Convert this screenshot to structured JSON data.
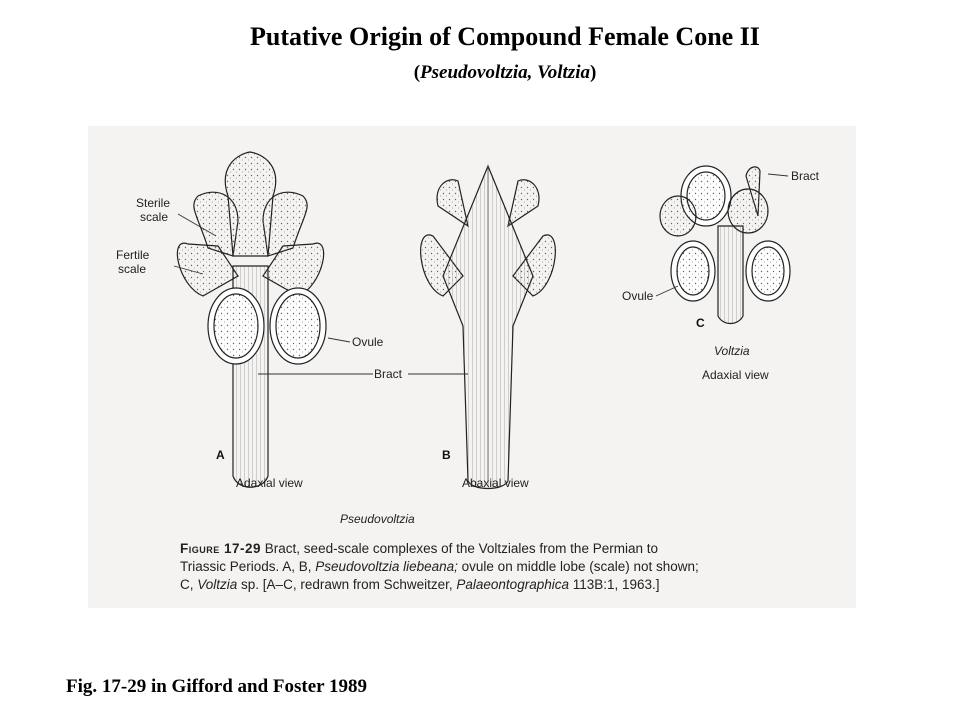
{
  "title": "Putative Origin of Compound Female Cone II",
  "subtitle": {
    "open": "(",
    "taxa": "Pseudovoltzia, Voltzia",
    "close": ")"
  },
  "figure": {
    "labels": {
      "sterile_scale_1": "Sterile",
      "sterile_scale_2": "scale",
      "fertile_scale_1": "Fertile",
      "fertile_scale_2": "scale",
      "ovule_ab": "Ovule",
      "bract_ab": "Bract",
      "bract_c": "Bract",
      "ovule_c": "Ovule"
    },
    "panel_a": {
      "letter": "A",
      "view": "Adaxial view"
    },
    "panel_b": {
      "letter": "B",
      "view": "Abaxial view"
    },
    "panel_c": {
      "letter": "C",
      "genus": "Voltzia",
      "view": "Adaxial view"
    },
    "genus_ab": "Pseudovoltzia",
    "caption": {
      "figure_label": "Figure 17-29",
      "line1": "Bract, seed-scale complexes of the Voltziales from the Permian to",
      "line2a": "Triassic Periods. A, B, ",
      "line2b": "Pseudovoltzia liebeana;",
      "line2c": " ovule on middle lobe (scale) not shown;",
      "line3a": "C, ",
      "line3b": "Voltzia",
      "line3c": " sp. [A–C, redrawn from Schweitzer, ",
      "line3d": "Palaeontographica",
      "line3e": " 113B:1, 1963.]"
    }
  },
  "footer": "Fig. 17-29 in Gifford and Foster 1989"
}
